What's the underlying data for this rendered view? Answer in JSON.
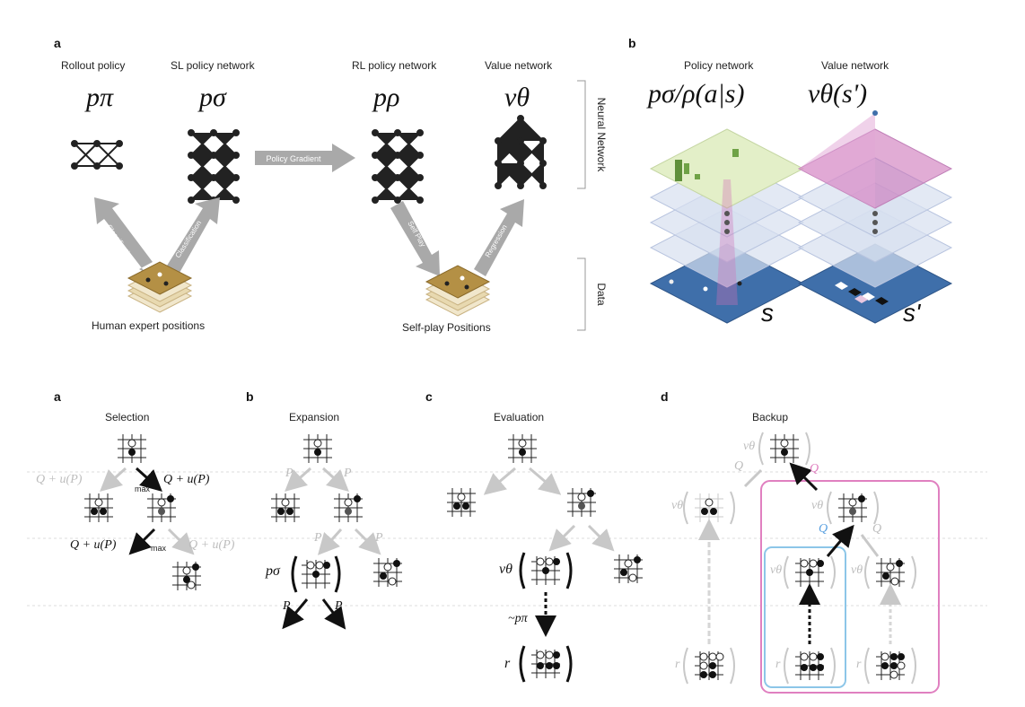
{
  "top": {
    "panel_a": {
      "letter": "a",
      "rollout_policy": "Rollout policy",
      "sl_policy": "SL policy network",
      "rl_policy": "RL policy network",
      "value_network": "Value network",
      "sym_rollout": "pπ",
      "sym_sl": "pσ",
      "sym_rl": "pρ",
      "sym_value": "vθ",
      "policy_gradient": "Policy Gradient",
      "classification_left": "Classification",
      "classification_right": "Classification",
      "self_play": "Self Play",
      "regression": "Regression",
      "human_positions": "Human expert positions",
      "self_play_positions": "Self-play Positions",
      "neural_network": "Neural Network",
      "data": "Data"
    },
    "panel_b": {
      "letter": "b",
      "policy_network": "Policy network",
      "value_network": "Value network",
      "policy_formula": "pσ/ρ(a|s)",
      "value_formula": "vθ(s')",
      "s_label": "s",
      "s_prime_label": "s'"
    }
  },
  "bottom": {
    "a": {
      "letter": "a",
      "title": "Selection",
      "qu_left": "Q + u(P)",
      "qu_right": "Q + u(P)",
      "max1": "max",
      "qu_left2": "Q + u(P)",
      "qu_right2": "Q + u(P)",
      "max2": "max"
    },
    "b": {
      "letter": "b",
      "title": "Expansion",
      "p1": "P",
      "p2": "P",
      "p3": "P",
      "p4": "P",
      "p_sigma": "pσ",
      "p5": "P",
      "p6": "P"
    },
    "c": {
      "letter": "c",
      "title": "Evaluation",
      "v_theta": "vθ",
      "rollout": "~pπ",
      "r": "r"
    },
    "d": {
      "letter": "d",
      "title": "Backup",
      "q_top": "Q",
      "q_pink": "Q",
      "q_blue": "Q",
      "q_right": "Q",
      "v1": "vθ",
      "v2": "vθ",
      "v3": "vθ",
      "v4": "vθ",
      "v5": "vθ",
      "r1": "r",
      "r2": "r",
      "r3": "r"
    }
  },
  "colors": {
    "arrow_gray": "#a9a9a9",
    "pink": "#e080c0",
    "blue": "#8cc6e8",
    "board_blue": "#3f6faa",
    "board_green": "#e3efc8"
  }
}
